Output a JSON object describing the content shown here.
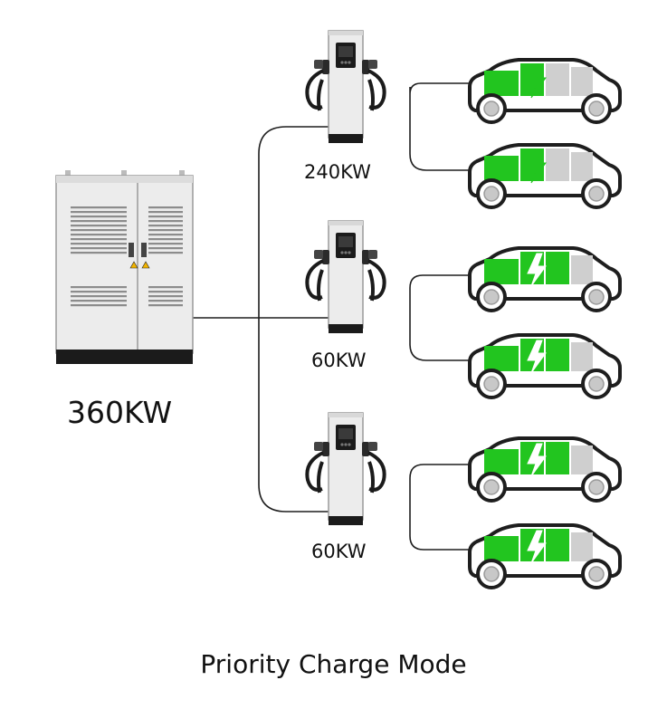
{
  "cabinet": {
    "power_label": "360KW"
  },
  "chargers": [
    {
      "power_label": "240KW",
      "cars": [
        {
          "charge": "partial"
        },
        {
          "charge": "partial"
        }
      ]
    },
    {
      "power_label": "60KW",
      "cars": [
        {
          "charge": "full"
        },
        {
          "charge": "full"
        }
      ]
    },
    {
      "power_label": "60KW",
      "cars": [
        {
          "charge": "full"
        },
        {
          "charge": "full"
        }
      ]
    }
  ],
  "caption": "Priority Charge Mode",
  "colors": {
    "battery_green": "#22c51f",
    "car_outline": "#1e1e1e",
    "unit_body": "#ececec",
    "wire": "#1e1e1e"
  }
}
